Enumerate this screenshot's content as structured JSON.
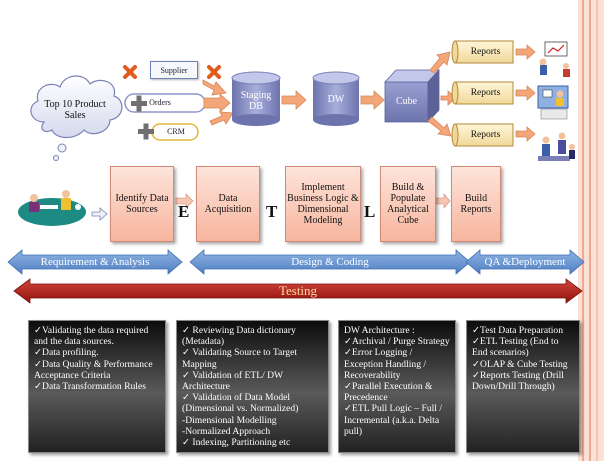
{
  "sources": {
    "cloud_label": "Top 10 Product Sales",
    "supplier": "Supplier",
    "orders": "Orders",
    "crm": "CRM"
  },
  "stores": {
    "staging": "Staging DB",
    "dw": "DW",
    "cube": "Cube"
  },
  "reports": [
    "Reports",
    "Reports",
    "Reports"
  ],
  "steps": [
    "Identify Data Sources",
    "Data Acquisition",
    "Implement Business Logic & Dimensional Modeling",
    "Build & Populate Analytical Cube",
    "Build Reports"
  ],
  "etl_letters": {
    "e": "E",
    "t": "T",
    "l": "L"
  },
  "phases": {
    "requirement": "Requirement & Analysis",
    "design": "Design & Coding",
    "qa": "QA &Deployment",
    "testing": "Testing"
  },
  "notes": [
    "✓Validating the data required and the data sources.\n✓Data profiling.\n✓Data Quality & Performance Acceptance Criteria\n✓Data Transformation Rules",
    "✓ Reviewing Data dictionary (Metadata)\n✓ Validating Source to Target Mapping\n✓ Validation of ETL/ DW Architecture\n✓ Validation of Data Model (Dimensional vs. Normalized)\n-Dimensional Modelling\n-Normalized Approach\n✓ Indexing, Partitioning etc",
    "DW Architecture :\n✓Archival / Purge Strategy\n✓Error Logging / Exception Handling / Recoverability\n✓Parallel Execution & Precedence\n✓ETL Pull Logic – Full / Incremental (a.k.a. Delta pull)",
    "✓Test Data Preparation\n✓ETL Testing (End to End scenarios)\n✓OLAP & Cube Testing\n✓Reports Testing (Drill Down/Drill Through)"
  ],
  "colors": {
    "cylinder": "#8f96c8",
    "pink": "#f7b59e",
    "orange_arrow": "#f3a678",
    "blue_band": "#6f9bd3",
    "testing_band": "#b7231c"
  }
}
